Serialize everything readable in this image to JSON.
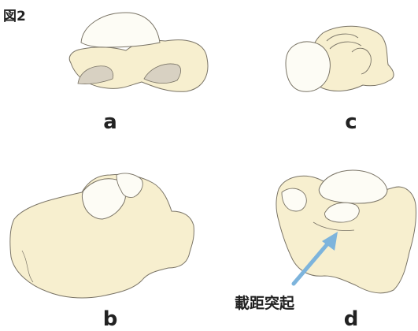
{
  "figure": {
    "title": "図2",
    "panels": [
      {
        "label": "a"
      },
      {
        "label": "b"
      },
      {
        "label": "c"
      },
      {
        "label": "d"
      }
    ],
    "annotation": "載距突起"
  },
  "colors": {
    "bone_fill": "#f7efcf",
    "cartilage_fill": "#fdfcf5",
    "shadow_fill": "#d8d1c2",
    "outline": "#7a7466",
    "arrow": "#7db4dc"
  },
  "icons": {
    "arrow": "arrow-pointer-icon"
  }
}
